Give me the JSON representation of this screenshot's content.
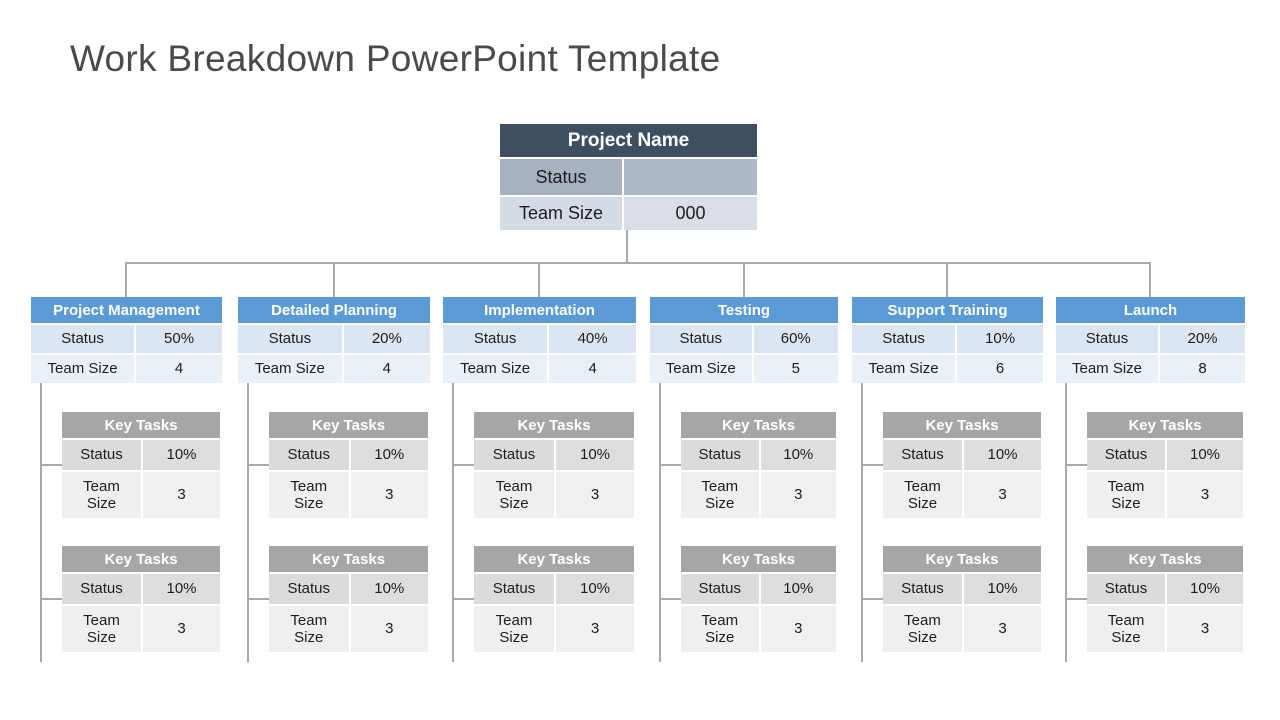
{
  "title": "Work Breakdown PowerPoint Template",
  "labels": {
    "status": "Status",
    "team_size": "Team Size",
    "key_tasks": "Key Tasks"
  },
  "root": {
    "header": "Project Name",
    "status_value": "",
    "team_size_value": "000"
  },
  "columns": [
    {
      "header": "Project Management",
      "status": "50%",
      "team_size": "4",
      "key_tasks": [
        {
          "status": "10%",
          "team_size": "3"
        },
        {
          "status": "10%",
          "team_size": "3"
        }
      ]
    },
    {
      "header": "Detailed Planning",
      "status": "20%",
      "team_size": "4",
      "key_tasks": [
        {
          "status": "10%",
          "team_size": "3"
        },
        {
          "status": "10%",
          "team_size": "3"
        }
      ]
    },
    {
      "header": "Implementation",
      "status": "40%",
      "team_size": "4",
      "key_tasks": [
        {
          "status": "10%",
          "team_size": "3"
        },
        {
          "status": "10%",
          "team_size": "3"
        }
      ]
    },
    {
      "header": "Testing",
      "status": "60%",
      "team_size": "5",
      "key_tasks": [
        {
          "status": "10%",
          "team_size": "3"
        },
        {
          "status": "10%",
          "team_size": "3"
        }
      ]
    },
    {
      "header": "Support Training",
      "status": "10%",
      "team_size": "6",
      "key_tasks": [
        {
          "status": "10%",
          "team_size": "3"
        },
        {
          "status": "10%",
          "team_size": "3"
        }
      ]
    },
    {
      "header": "Launch",
      "status": "20%",
      "team_size": "8",
      "key_tasks": [
        {
          "status": "10%",
          "team_size": "3"
        },
        {
          "status": "10%",
          "team_size": "3"
        }
      ]
    }
  ],
  "colors": {
    "accent_blue": "#5b9bd5",
    "root_header": "#3e4f61",
    "gray_header": "#a6a6a6",
    "connector": "#a8a8a8",
    "title_text": "#4a4a4a"
  }
}
